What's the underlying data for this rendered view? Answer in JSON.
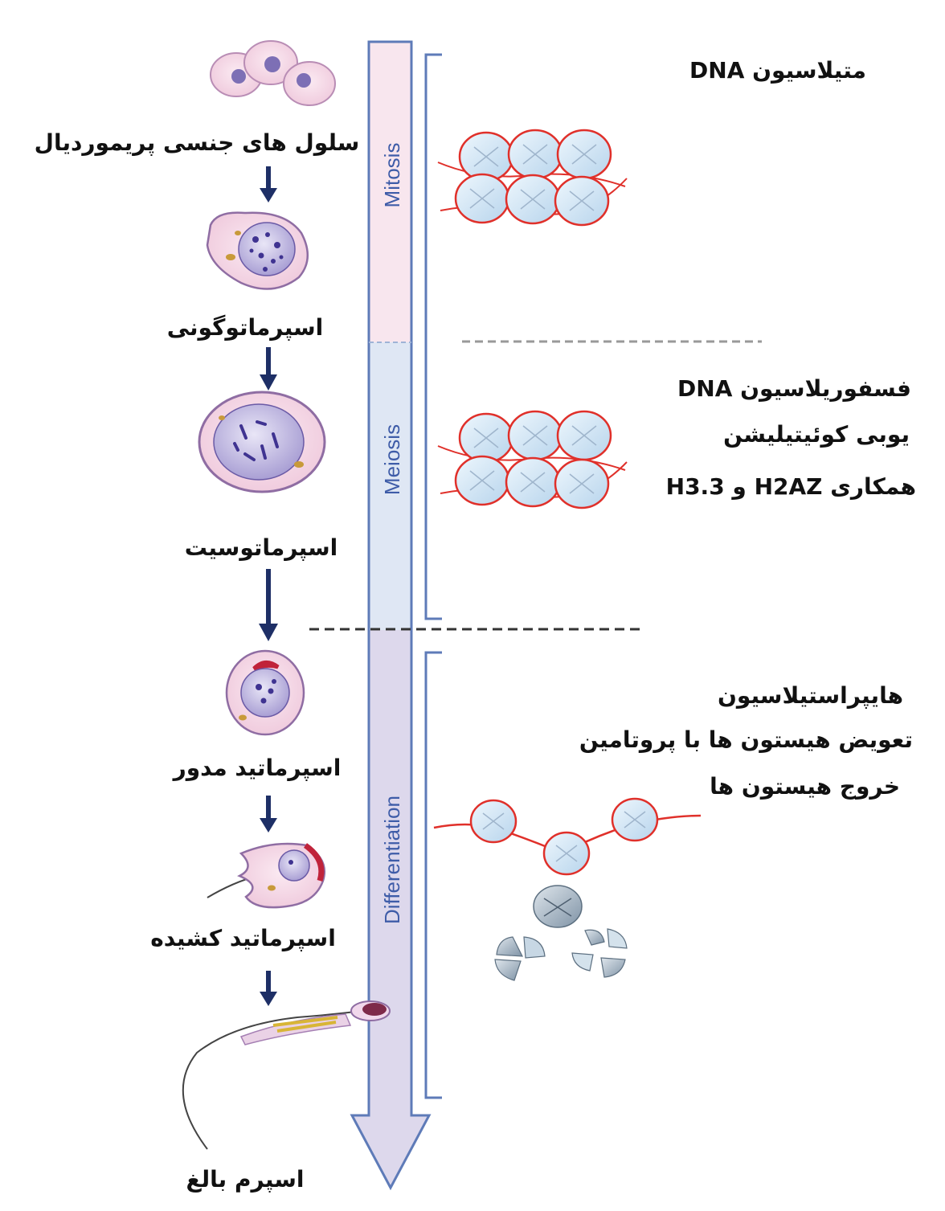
{
  "stages": [
    {
      "name": "primordial-germ-cells",
      "label": "سلول های جنسی پریموردیال"
    },
    {
      "name": "spermatogonia",
      "label": "اسپرماتوگونی"
    },
    {
      "name": "spermatocyte",
      "label": "اسپرماتوسیت"
    },
    {
      "name": "round-spermatid",
      "label": "اسپرماتید مدور"
    },
    {
      "name": "elongated-spermatid",
      "label": "اسپرماتید کشیده"
    },
    {
      "name": "mature-sperm",
      "label": "اسپرم بالغ"
    }
  ],
  "phases": {
    "mitosis": "Mitosis",
    "meiosis": "Meiosis",
    "differentiation": "Differentiation"
  },
  "events": {
    "mitosis": [
      "متیلاسیون DNA"
    ],
    "meiosis": [
      "فسفوریلاسیون DNA",
      "یوبی کوئیتیلیشن",
      "همکاری H2AZ و H3.3"
    ],
    "differentiation": [
      "هایپراستیلاسیون",
      "تعویض هیستون ها با پروتامین",
      "خروج هیستون ها"
    ]
  },
  "colors": {
    "mitosis_band": "#f8e6ee",
    "meiosis_band": "#dfe7f4",
    "differentiation_band": "#ddd8ec",
    "arrow_outline": "#5e7bb8",
    "flow_arrow": "#1e2f66",
    "dna_strand": "#e0302a",
    "nucleosome": "#cfe6f7",
    "cell_cytoplasm": "#f6dcea",
    "cell_nucleus": "#9a8ccb"
  }
}
